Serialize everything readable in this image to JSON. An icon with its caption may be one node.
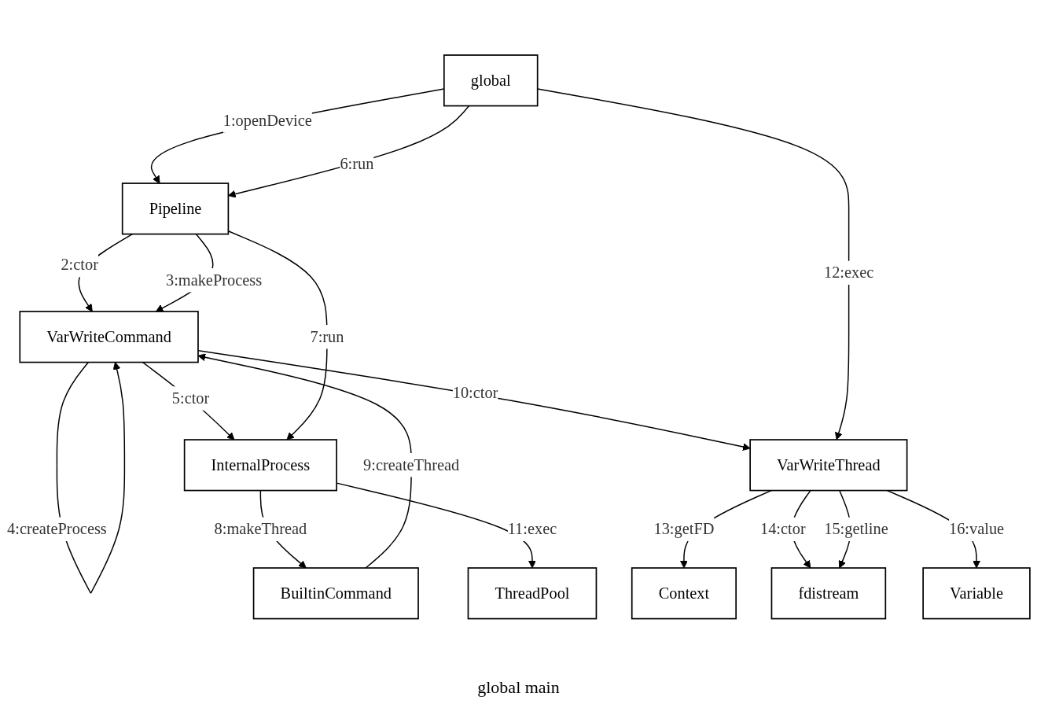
{
  "diagram": {
    "caption": "global main",
    "nodes": [
      {
        "text": [
          "global"
        ]
      },
      {
        "text": [
          "BuiltinCommand"
        ]
      },
      {
        "text": [
          "Pipeline"
        ]
      },
      {
        "text": [
          "VarWriteCommand"
        ]
      },
      {
        "text": [
          "InternalProcess"
        ]
      },
      {
        "text": [
          "VarWriteThread"
        ]
      },
      {
        "text": [
          "ThreadPool"
        ]
      },
      {
        "text": [
          "Context"
        ]
      },
      {
        "text": [
          "fdistream"
        ]
      },
      {
        "text": [
          "Variable"
        ]
      }
    ],
    "edges": [
      {
        "from": 0,
        "to": 2,
        "arrow": "to",
        "label": "1:openDevice"
      },
      {
        "from": 2,
        "to": 3,
        "arrow": "to",
        "label": "2:ctor"
      },
      {
        "from": 2,
        "to": 3,
        "arrow": "to",
        "label": "3:makeProcess"
      },
      {
        "from": 3,
        "to": 3,
        "arrow": "to",
        "label": "4:createProcess"
      },
      {
        "from": 3,
        "to": 4,
        "arrow": "to",
        "label": "5:ctor"
      },
      {
        "from": 0,
        "to": 2,
        "arrow": "to",
        "label": "6:run"
      },
      {
        "from": 2,
        "to": 4,
        "arrow": "to",
        "label": "7:run"
      },
      {
        "from": 4,
        "to": 1,
        "arrow": "to",
        "label": "8:makeThread"
      },
      {
        "from": 1,
        "to": 3,
        "arrow": "to",
        "label": "9:createThread"
      },
      {
        "from": 3,
        "to": 5,
        "arrow": "to",
        "label": "10:ctor"
      },
      {
        "from": 4,
        "to": 6,
        "arrow": "to",
        "label": "11:exec"
      },
      {
        "from": 0,
        "to": 5,
        "arrow": "to",
        "label": "12:exec"
      },
      {
        "from": 5,
        "to": 7,
        "arrow": "to",
        "label": "13:getFD"
      },
      {
        "from": 5,
        "to": 8,
        "arrow": "to",
        "label": "14:ctor"
      },
      {
        "from": 5,
        "to": 8,
        "arrow": "to",
        "label": "15:getline"
      },
      {
        "from": 5,
        "to": 9,
        "arrow": "to",
        "label": "16:value"
      }
    ]
  }
}
